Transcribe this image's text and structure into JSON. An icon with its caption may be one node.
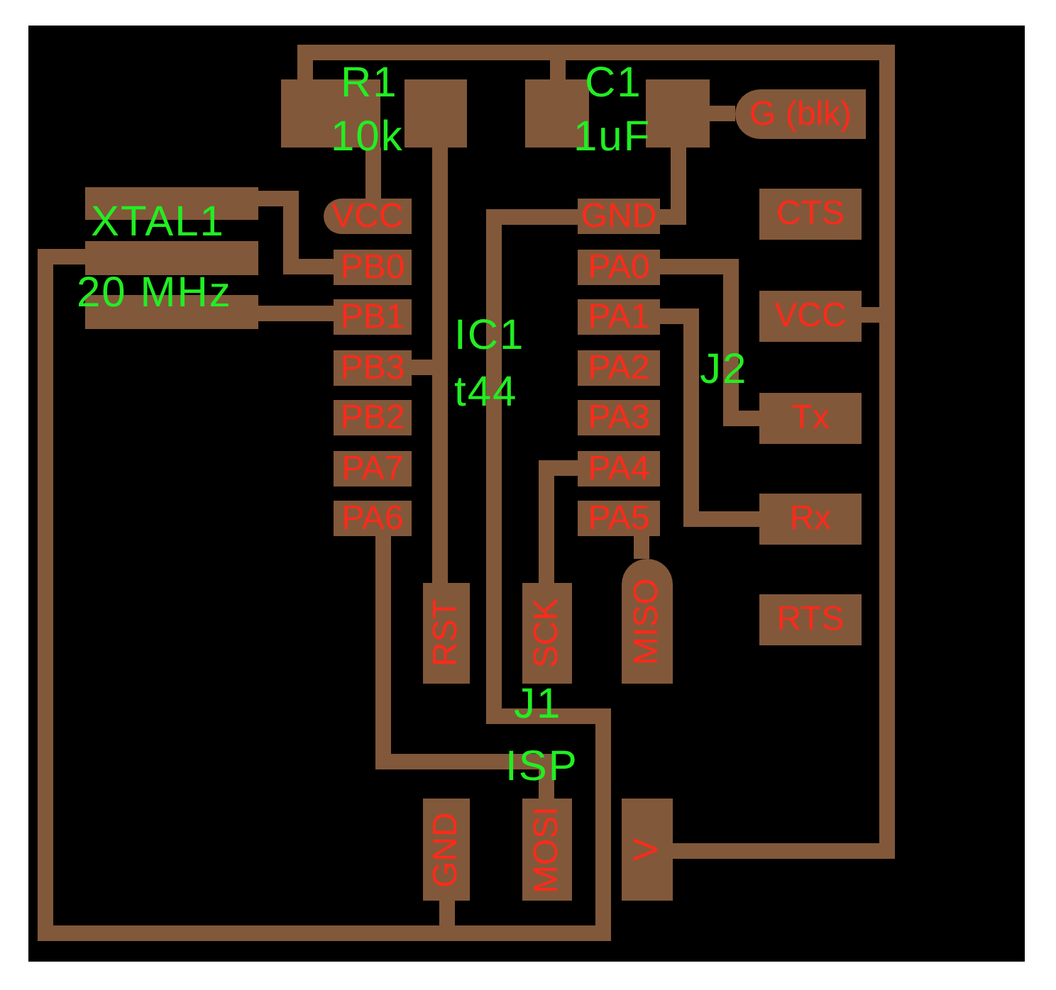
{
  "diagram": {
    "nodes": [
      {
        "text": [],
        "shape": "box"
      },
      {
        "text": [],
        "shape": "box"
      },
      {
        "text": [],
        "shape": "box"
      },
      {
        "text": [],
        "shape": "box"
      },
      {
        "text": [
          "G (blk)"
        ]
      },
      {
        "text": [],
        "shape": "box"
      },
      {
        "text": [
          "VCC"
        ]
      },
      {
        "text": [
          "GND"
        ]
      },
      {
        "text": [
          "CTS"
        ]
      },
      {
        "text": [],
        "shape": "box"
      },
      {
        "text": [
          "PB0"
        ]
      },
      {
        "text": [
          "PA0"
        ]
      },
      {
        "text": [],
        "shape": "box"
      },
      {
        "text": [
          "PB1"
        ]
      },
      {
        "text": [
          "PA1"
        ]
      },
      {
        "text": [
          "VCC"
        ]
      },
      {
        "text": [
          "PB3"
        ]
      },
      {
        "text": [
          "PA2"
        ]
      },
      {
        "text": [
          "PB2"
        ]
      },
      {
        "text": [
          "PA3"
        ]
      },
      {
        "text": [
          "Tx"
        ]
      },
      {
        "text": [
          "PA7"
        ]
      },
      {
        "text": [
          "PA4"
        ]
      },
      {
        "text": [
          "PA6"
        ]
      },
      {
        "text": [
          "PA5"
        ]
      },
      {
        "text": [
          "Rx"
        ]
      },
      {
        "text": [
          "RST"
        ]
      },
      {
        "text": [
          "SCK"
        ]
      },
      {
        "text": [
          "MISO"
        ]
      },
      {
        "text": [
          "RTS"
        ]
      },
      {
        "text": [
          "GND"
        ]
      },
      {
        "text": [
          "MOSI"
        ]
      },
      {
        "text": [
          "V"
        ]
      }
    ],
    "edges": [
      {
        "from": 0,
        "to": 2,
        "arrow": "none"
      },
      {
        "from": 2,
        "to": 15,
        "arrow": "none"
      },
      {
        "from": 15,
        "to": 32,
        "arrow": "none"
      },
      {
        "from": 0,
        "to": 6,
        "arrow": "none"
      },
      {
        "from": 1,
        "to": 26,
        "arrow": "none"
      },
      {
        "from": 16,
        "to": 1,
        "arrow": "none"
      },
      {
        "from": 3,
        "to": 4,
        "arrow": "none"
      },
      {
        "from": 3,
        "to": 7,
        "arrow": "none"
      },
      {
        "from": 7,
        "to": 9,
        "arrow": "none"
      },
      {
        "from": 30,
        "to": 9,
        "arrow": "none"
      },
      {
        "from": 5,
        "to": 10,
        "arrow": "none"
      },
      {
        "from": 12,
        "to": 13,
        "arrow": "none"
      },
      {
        "from": 11,
        "to": 20,
        "arrow": "none"
      },
      {
        "from": 14,
        "to": 25,
        "arrow": "none"
      },
      {
        "from": 22,
        "to": 27,
        "arrow": "none"
      },
      {
        "from": 24,
        "to": 28,
        "arrow": "none"
      },
      {
        "from": 23,
        "to": 31,
        "arrow": "none"
      }
    ],
    "labels": [
      "R1",
      "10k",
      "C1",
      "1uF",
      "XTAL1",
      "20 MHz",
      "IC1",
      "t44",
      "J2",
      "J1",
      "ISP"
    ]
  }
}
